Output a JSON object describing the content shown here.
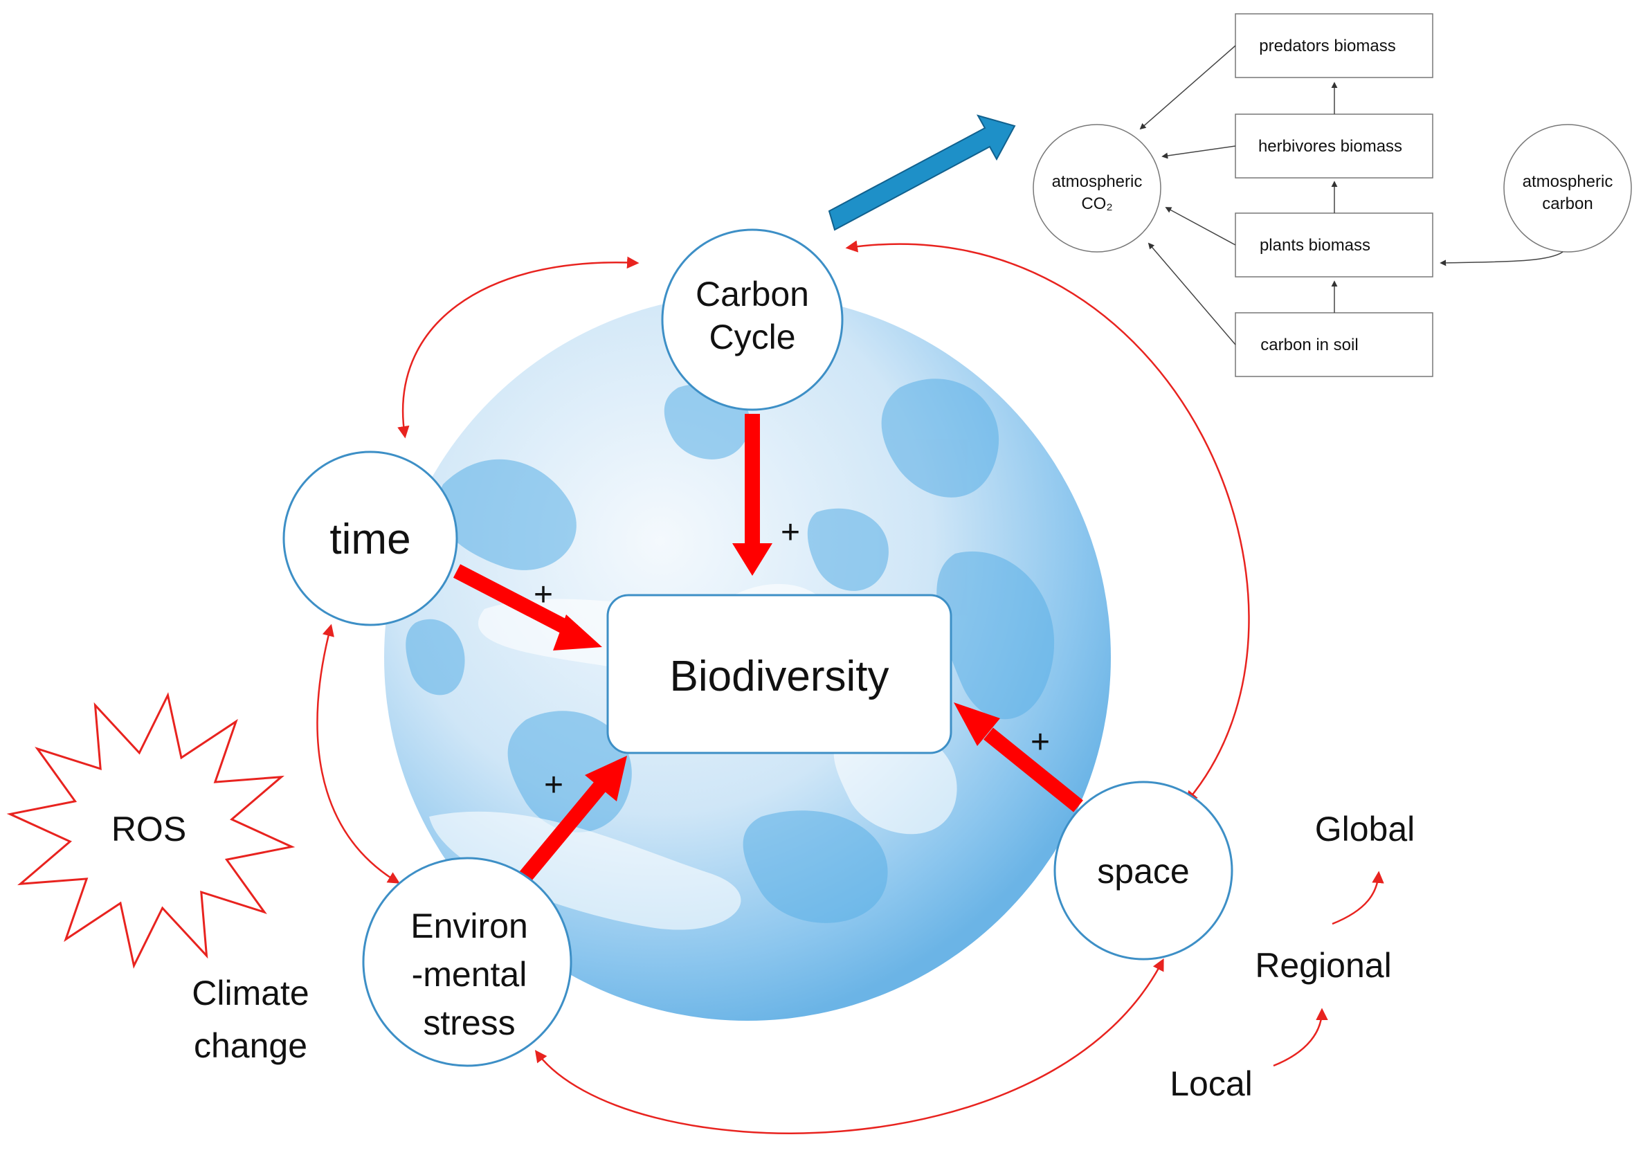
{
  "center": {
    "label": "Biodiversity"
  },
  "nodes": {
    "carbon_cycle": {
      "line1": "Carbon",
      "line2": "Cycle"
    },
    "time": {
      "label": "time"
    },
    "environmental_stress": {
      "line1": "Environ",
      "line2": "-mental",
      "line3": "stress"
    },
    "space": {
      "label": "space"
    }
  },
  "effects": {
    "carbon_cycle_sign": "+",
    "time_sign": "+",
    "environmental_stress_sign": "+",
    "space_sign": "+"
  },
  "ros": {
    "label": "ROS"
  },
  "climate_change": {
    "line1": "Climate",
    "line2": "change"
  },
  "scales": {
    "global": "Global",
    "regional": "Regional",
    "local": "Local"
  },
  "carbon_flow": {
    "boxes": {
      "predators": "predators biomass",
      "herbivores": "herbivores biomass",
      "plants": "plants biomass",
      "soil": "carbon in soil"
    },
    "atmospheric_co2": {
      "line1": "atmospheric",
      "line2": "CO₂"
    },
    "atmospheric_carbon": {
      "line1": "atmospheric",
      "line2": "carbon"
    }
  },
  "colors": {
    "node_stroke": "#3d8fc6",
    "causal_arrow": "#ff0000",
    "feedback_arrow": "#e8231f",
    "zoom_arrow": "#1e90c8",
    "earth_light": "#f3f8fc",
    "earth_blue": "#58aee6",
    "flow_stroke": "#555555"
  }
}
